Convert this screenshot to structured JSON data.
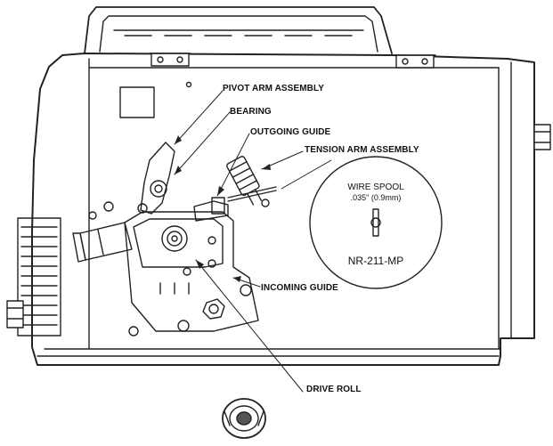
{
  "labels": {
    "pivot_arm": "PIVOT ARM ASSEMBLY",
    "bearing": "BEARING",
    "outgoing_guide": "OUTGOING GUIDE",
    "tension_arm": "TENSION ARM ASSEMBLY",
    "incoming_guide": "INCOMING GUIDE",
    "drive_roll": "DRIVE ROLL"
  },
  "spool": {
    "title": "WIRE SPOOL",
    "size": ".035\" (0.9mm)",
    "model": "NR-211-MP"
  }
}
